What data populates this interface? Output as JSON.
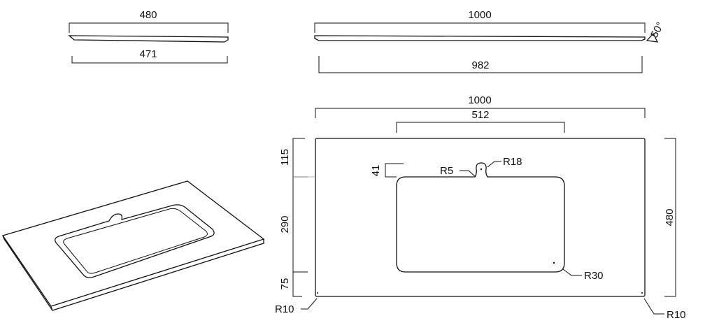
{
  "side_view_depth": {
    "top_dim": "480",
    "bottom_dim": "471"
  },
  "side_view_width": {
    "top_dim": "1000",
    "bottom_dim": "982",
    "angle": "50°"
  },
  "plan_view": {
    "width_dim": "1000",
    "basin_width_dim": "512",
    "depth_dim": "480",
    "front_margin_dim": "115",
    "basin_depth_dim": "290",
    "back_margin_dim": "75",
    "recess_dim": "41",
    "radius_small": "R5",
    "radius_overflow": "R18",
    "radius_basin": "R30",
    "radius_corner_left": "R10",
    "radius_corner_right": "R10"
  }
}
